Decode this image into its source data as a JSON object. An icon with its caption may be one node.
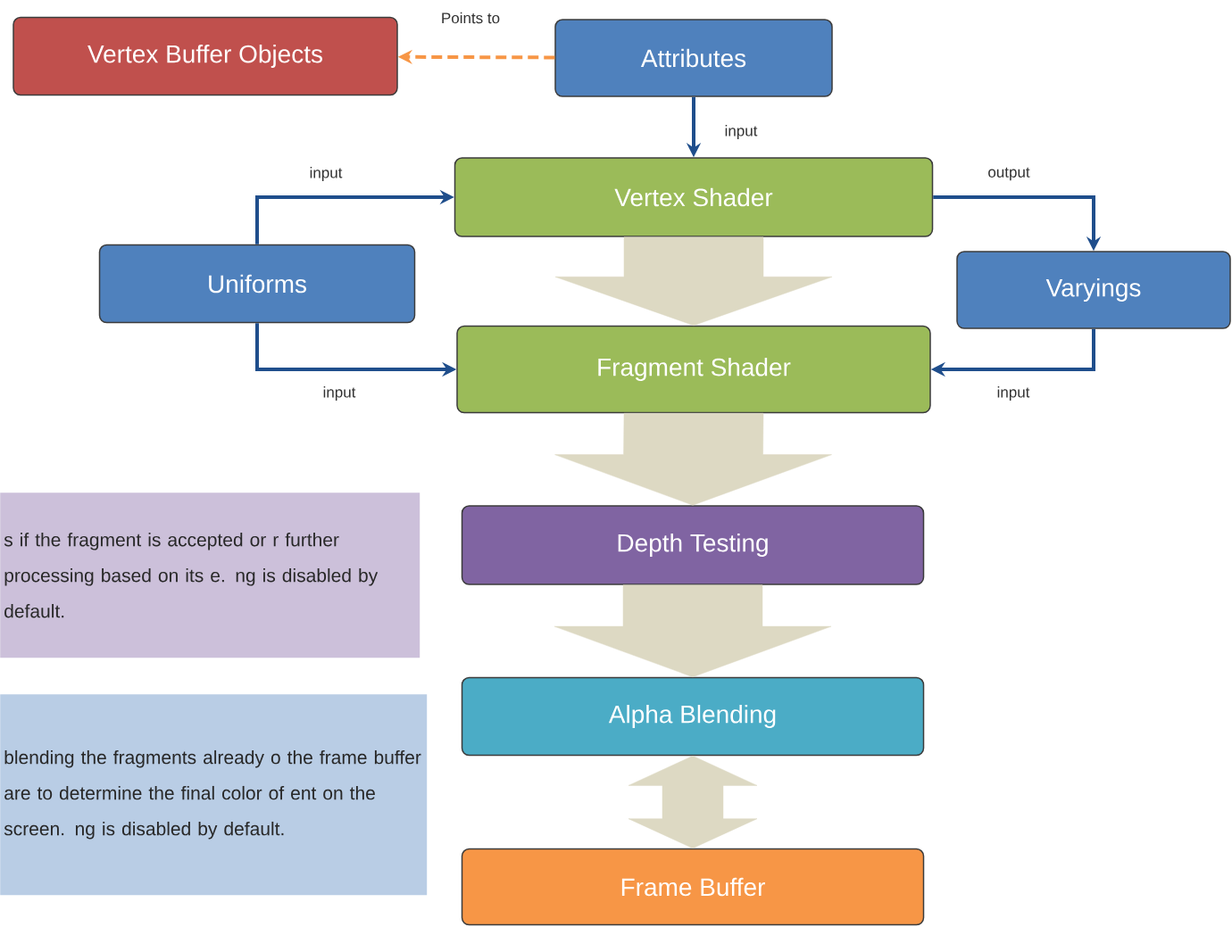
{
  "diagram": {
    "nodes": [
      {
        "text": [
          "Vertex Buffer Objects"
        ]
      },
      {
        "text": [
          "Attributes"
        ]
      },
      {
        "text": [
          "Vertex Shader"
        ]
      },
      {
        "text": [
          "Uniforms"
        ]
      },
      {
        "text": [
          "Varyings"
        ]
      },
      {
        "text": [
          "Fragment Shader"
        ]
      },
      {
        "text": [
          "s if the fragment is accepted or r further processing based on its e. ng is disabled by default."
        ]
      },
      {
        "text": [
          "Depth Testing"
        ]
      },
      {
        "text": [
          "blending the fragments already o the frame buffer are to determine the final color of ent on the screen. ng is disabled by default."
        ]
      },
      {
        "text": [
          "Alpha Blending"
        ]
      },
      {
        "text": [
          "Frame Buffer"
        ]
      }
    ],
    "edges": [
      {
        "from": 1,
        "to": 0,
        "arrow": "to",
        "label": "Points to",
        "style": "dashed",
        "color": "#f79646"
      },
      {
        "from": 1,
        "to": 2,
        "arrow": "to",
        "label": "input"
      },
      {
        "from": 3,
        "to": 2,
        "arrow": "to",
        "label": "input"
      },
      {
        "from": 3,
        "to": 5,
        "arrow": "to",
        "label": "input"
      },
      {
        "from": 2,
        "to": 4,
        "arrow": "to",
        "label": "output"
      },
      {
        "from": 4,
        "to": 5,
        "arrow": "to",
        "label": "input"
      },
      {
        "from": 2,
        "to": 5,
        "arrow": "to",
        "style": "thick",
        "color": "#ddd9c3"
      },
      {
        "from": 5,
        "to": 7,
        "arrow": "to",
        "style": "thick",
        "color": "#ddd9c3"
      },
      {
        "from": 7,
        "to": 9,
        "arrow": "to",
        "style": "thick",
        "color": "#ddd9c3"
      },
      {
        "from": 9,
        "to": 10,
        "arrow": "both",
        "style": "thick",
        "color": "#ddd9c3"
      }
    ]
  }
}
